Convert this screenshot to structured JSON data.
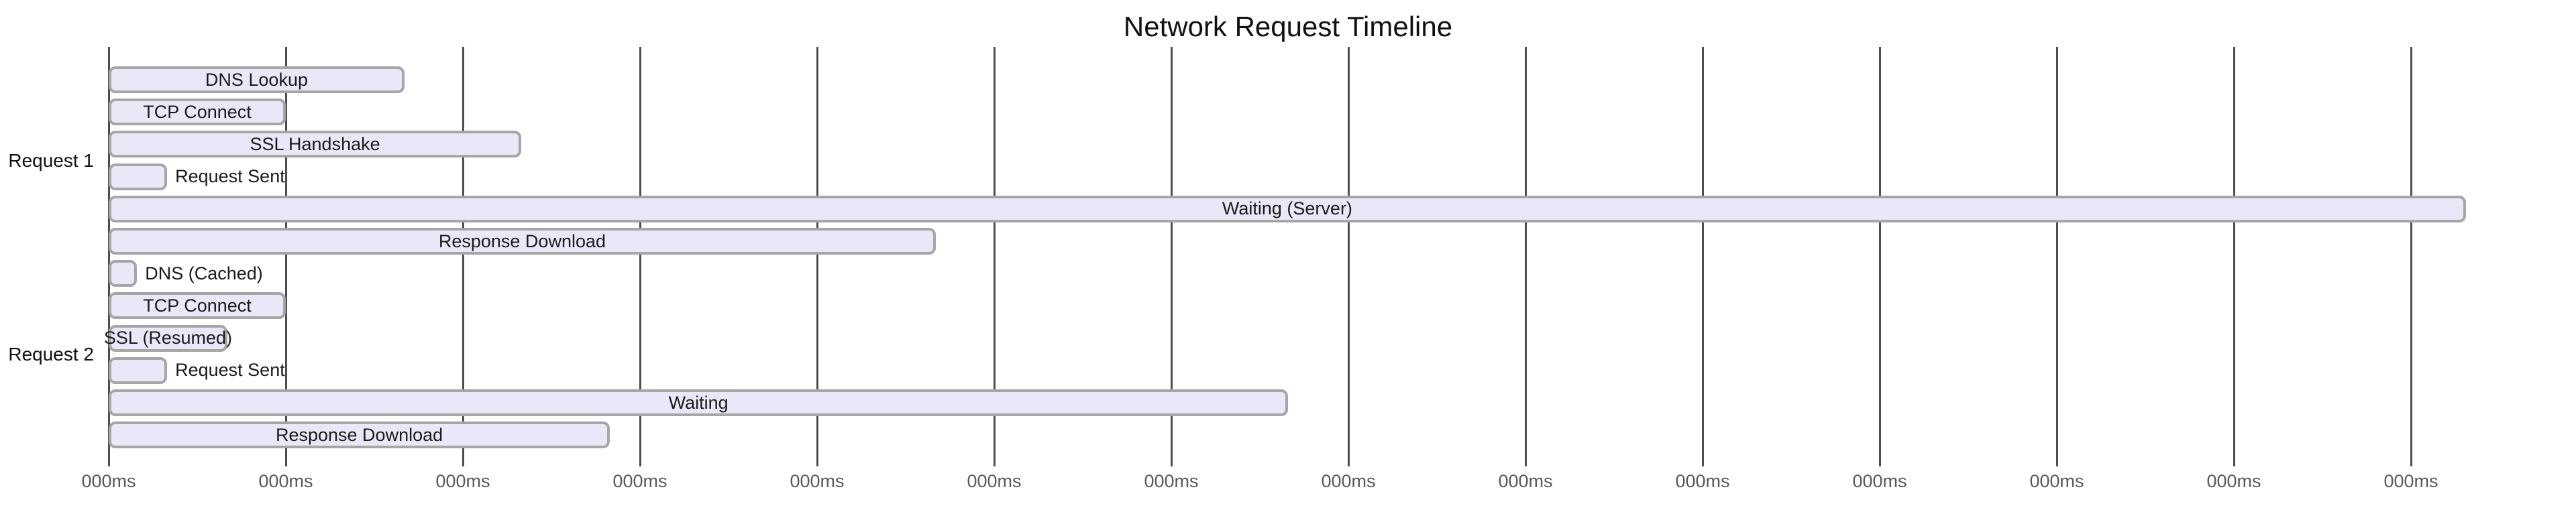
{
  "page": {
    "background": "#ffffff"
  },
  "chart_data": {
    "type": "bar",
    "subtype": "horizontal-timeline-gantt",
    "title": "Network Request Timeline",
    "xlabel": "",
    "ylabel": "",
    "grid": true,
    "axis": {
      "tick_count": 14,
      "tick_labels": [
        "000ms",
        "000ms",
        "000ms",
        "000ms",
        "000ms",
        "000ms",
        "000ms",
        "000ms",
        "000ms",
        "000ms",
        "000ms",
        "000ms",
        "000ms",
        "000ms"
      ],
      "note": "every x tick label renders identically as 000ms; bar positions measured in gridline-interval units",
      "xlim_units": [
        0,
        13
      ]
    },
    "groups": [
      {
        "name": "Request 1",
        "phases": [
          {
            "label": "DNS Lookup",
            "start": 0,
            "end": 1.67,
            "label_position": "inside"
          },
          {
            "label": "TCP Connect",
            "start": 0,
            "end": 1.0,
            "label_position": "inside"
          },
          {
            "label": "SSL Handshake",
            "start": 0,
            "end": 2.33,
            "label_position": "inside"
          },
          {
            "label": "Request Sent",
            "start": 0,
            "end": 0.33,
            "label_position": "outside"
          },
          {
            "label": "Waiting (Server)",
            "start": 0,
            "end": 13.31,
            "label_position": "inside"
          },
          {
            "label": "Response Download",
            "start": 0,
            "end": 4.67,
            "label_position": "inside"
          }
        ]
      },
      {
        "name": "Request 2",
        "phases": [
          {
            "label": "DNS (Cached)",
            "start": 0,
            "end": 0.16,
            "label_position": "outside"
          },
          {
            "label": "TCP Connect",
            "start": 0,
            "end": 1.0,
            "label_position": "inside"
          },
          {
            "label": "SSL (Resumed)",
            "start": 0,
            "end": 0.67,
            "label_position": "inside"
          },
          {
            "label": "Request Sent",
            "start": 0,
            "end": 0.33,
            "label_position": "outside"
          },
          {
            "label": "Waiting",
            "start": 0,
            "end": 6.66,
            "label_position": "inside"
          },
          {
            "label": "Response Download",
            "start": 0,
            "end": 2.83,
            "label_position": "inside"
          }
        ]
      }
    ],
    "colors": {
      "bar_fill": "#E9E8F8",
      "bar_border": "#A6A6A6",
      "grid_line": "#4d4d4d",
      "tick_label": "#595959",
      "bar_text": "#1a1a1a",
      "title_text": "#111111"
    }
  }
}
